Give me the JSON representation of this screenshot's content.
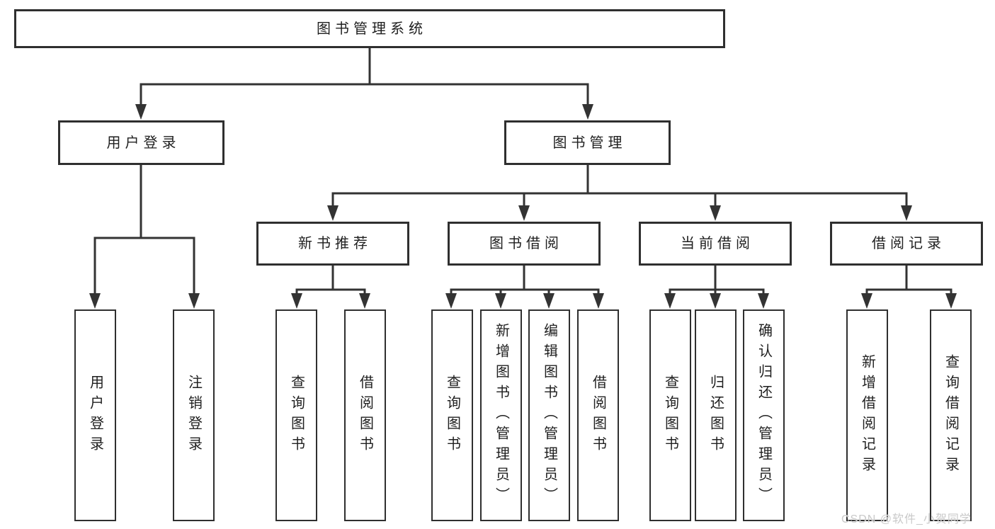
{
  "page": {
    "watermark": "CSDN @软件_小贺同学"
  },
  "palette": {
    "background": "#ffffff",
    "line": "#333333",
    "box_border": "#2f2f2f",
    "box_fill": "#ffffff",
    "text": "#1f1f1f",
    "watermark_text": "#c9c9c9"
  },
  "diagram": {
    "root": {
      "label": "图书管理系统"
    },
    "level2": [
      {
        "label": "用户登录"
      },
      {
        "label": "图书管理"
      }
    ],
    "level3": [
      {
        "label": "新书推荐"
      },
      {
        "label": "图书借阅"
      },
      {
        "label": "当前借阅"
      },
      {
        "label": "借阅记录"
      }
    ],
    "leaves": {
      "user_login": [
        "用户登录",
        "注销登录"
      ],
      "new_book_recommend": [
        "查询图书",
        "借阅图书"
      ],
      "book_borrowing": [
        "查询图书",
        "新增图书（管理员）",
        "编辑图书（管理员）",
        "借阅图书"
      ],
      "current_borrowing": [
        "查询图书",
        "归还图书",
        "确认归还（管理员）"
      ],
      "borrowing_records": [
        "新增借阅记录",
        "查询借阅记录"
      ]
    }
  }
}
